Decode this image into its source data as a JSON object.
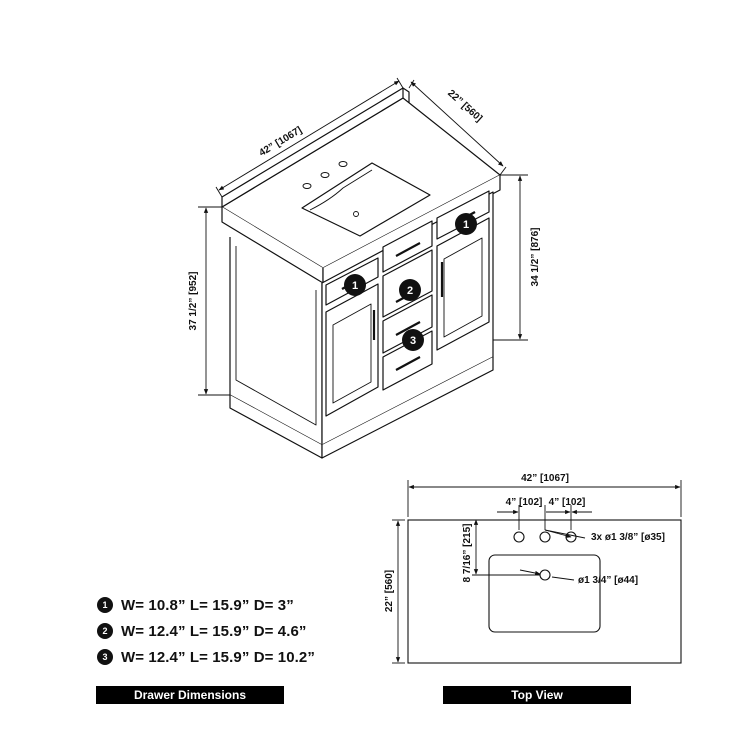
{
  "isometric": {
    "width_label": "42” [1067]",
    "depth_label": "22” [560]",
    "total_height_label": "37 1/2” [952]",
    "cabinet_height_label": "34 1/2” [876]",
    "callouts": [
      "1",
      "2",
      "1",
      "3"
    ]
  },
  "legend": {
    "rows": [
      {
        "num": "1",
        "text": "W= 10.8” L= 15.9” D= 3”"
      },
      {
        "num": "2",
        "text": "W= 12.4” L= 15.9” D= 4.6”"
      },
      {
        "num": "3",
        "text": "W= 12.4” L= 15.9” D= 10.2”"
      }
    ],
    "banner": "Drawer Dimensions"
  },
  "top_view": {
    "width_label": "42” [1067]",
    "spacing_left_label": "4” [102]",
    "spacing_right_label": "4” [102]",
    "faucet_holes_label": "3x ø1 3/8” [ø35]",
    "sink_offset_label": "8 7/16” [215]",
    "depth_label": "22” [560]",
    "drain_label": "ø1 3/4” [ø44]",
    "banner": "Top View"
  }
}
